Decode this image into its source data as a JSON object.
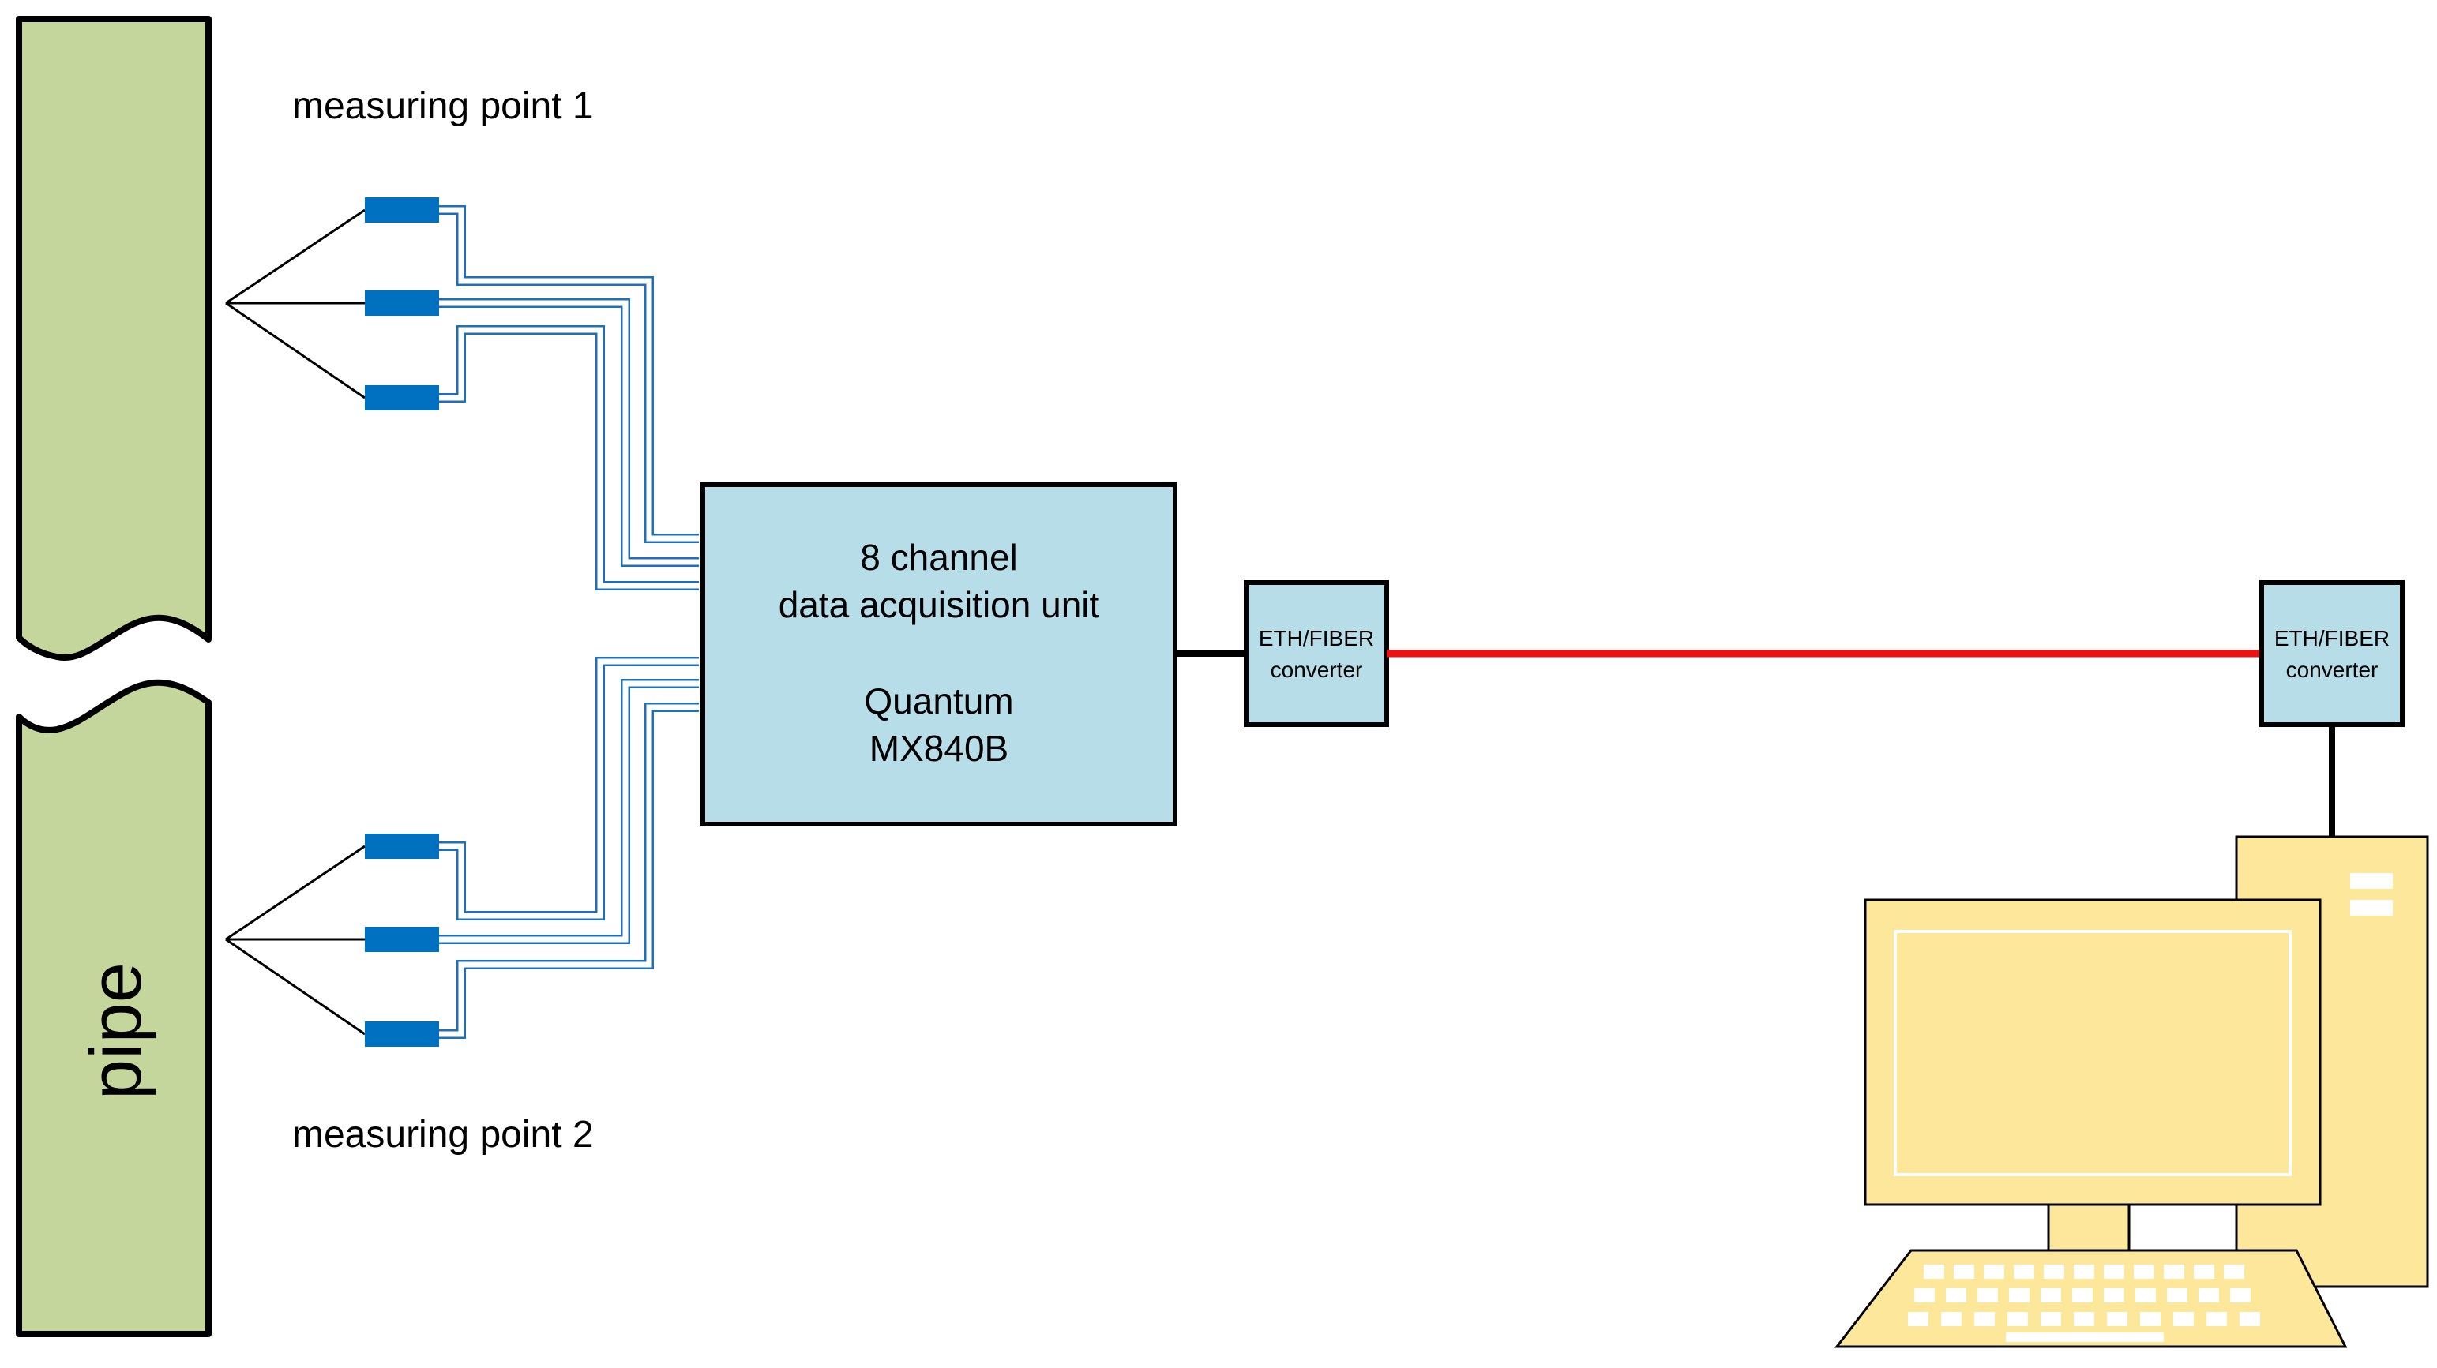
{
  "labels": {
    "measuring_point_1": "measuring point 1",
    "measuring_point_2": "measuring point 2",
    "pipe": "pipe"
  },
  "daq_unit": {
    "line1": "8 channel",
    "line2": "data acquisition unit",
    "line3": "Quantum",
    "line4": "MX840B"
  },
  "converter_left": {
    "line1": "ETH/FIBER",
    "line2": "converter"
  },
  "converter_right": {
    "line1": "ETH/FIBER",
    "line2": "converter"
  },
  "colors": {
    "pipe_fill": "#c5d69d",
    "sensor_fill": "#0070c0",
    "signal_wire": "#1f6fc0",
    "box_fill": "#b7dde8",
    "fiber_line": "#ee1111",
    "computer_fill": "#fde79a",
    "outline": "#000000"
  },
  "icons": {
    "sensor": "strain-gauge-sensor-icon",
    "computer": "desktop-computer-icon"
  }
}
